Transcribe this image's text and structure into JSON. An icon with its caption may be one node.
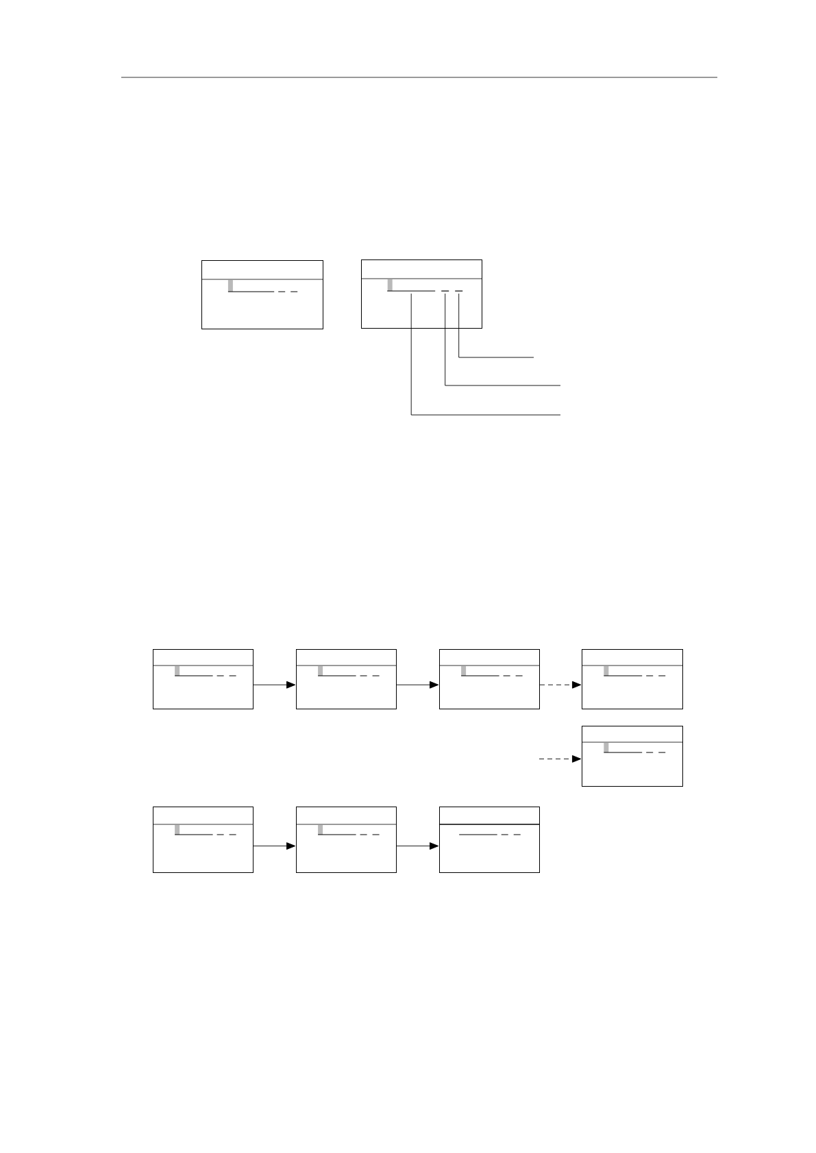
{
  "diagram": {
    "nodes": [
      {
        "text": [],
        "shape": "box"
      },
      {
        "text": [],
        "shape": "box"
      },
      {
        "text": [],
        "shape": "line",
        "in": 1
      },
      {
        "text": [],
        "shape": "line",
        "in": 1
      },
      {
        "text": [],
        "shape": "line",
        "in": 1
      },
      {
        "text": [],
        "shape": "box"
      },
      {
        "text": [],
        "shape": "box"
      },
      {
        "text": [],
        "shape": "box"
      },
      {
        "text": [],
        "shape": "box"
      },
      {
        "text": [],
        "shape": "box"
      },
      {
        "text": [],
        "shape": "box"
      },
      {
        "text": [],
        "shape": "box"
      },
      {
        "text": [],
        "shape": "box"
      }
    ],
    "edges": [
      {
        "from": 5,
        "to": 6,
        "arrow": "to"
      },
      {
        "from": 6,
        "to": 7,
        "arrow": "to"
      },
      {
        "from": 7,
        "to": 8,
        "arrow": "to",
        "style": "dashed"
      },
      {
        "from": null,
        "to": 9,
        "arrow": "to",
        "style": "dashed"
      },
      {
        "from": 10,
        "to": 11,
        "arrow": "to"
      },
      {
        "from": 11,
        "to": 12,
        "arrow": "to"
      },
      {
        "from": null,
        "to": 2,
        "arrow": "none"
      },
      {
        "from": null,
        "to": 3,
        "arrow": "none"
      },
      {
        "from": null,
        "to": 4,
        "arrow": "none"
      }
    ]
  }
}
